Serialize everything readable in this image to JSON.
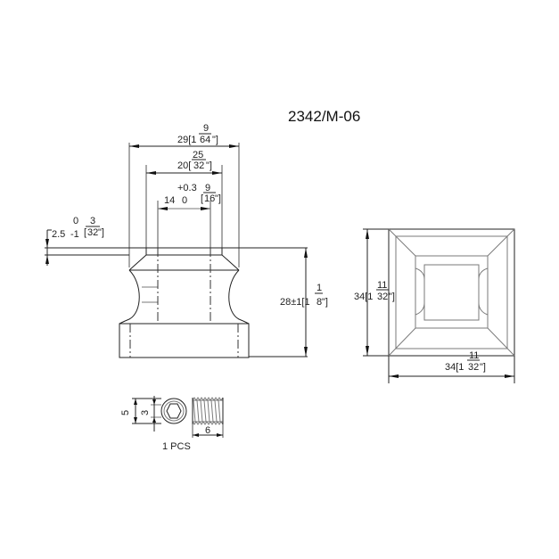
{
  "drawing": {
    "part_number": "2342/M-06",
    "side_view": {
      "overall_width": {
        "main": "29[1",
        "frac_num": "9",
        "frac_den": "64",
        "suffix": "\"]"
      },
      "collar_width": {
        "main": "20[",
        "frac_num": "25",
        "frac_den": "32",
        "suffix": "\"]"
      },
      "bore": {
        "main": "14",
        "tol_upper": "+0.3",
        "tol_lower": "0",
        "frac_num": "9",
        "frac_den": "16",
        "suffix_open": "[",
        "suffix_close": "\"]"
      },
      "top_step": {
        "main": "2.5",
        "tol_upper": "0",
        "tol_lower": "-1",
        "frac_num": "3",
        "frac_den": "32",
        "suffix_open": "[",
        "suffix_close": "\"]"
      },
      "height": {
        "main": "28±1[1",
        "frac_num": "1",
        "frac_den": "8",
        "suffix": "\"]"
      }
    },
    "top_view": {
      "height": {
        "main": "34[1",
        "frac_num": "11",
        "frac_den": "32",
        "suffix": "\"]"
      },
      "width": {
        "main": "34[1",
        "frac_num": "11",
        "frac_den": "32",
        "suffix": "\"]"
      }
    },
    "set_screw": {
      "outer_dim": "5",
      "inner_dim": "3",
      "length": "6",
      "quantity_label": "1 PCS"
    }
  }
}
